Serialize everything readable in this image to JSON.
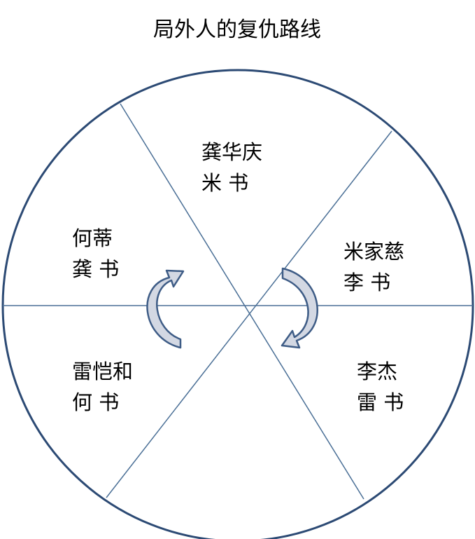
{
  "title": "局外人的复仇路线",
  "colors": {
    "circle_stroke": "#2c4a74",
    "divider_stroke": "#4a6f96",
    "arrow_fill": "#d3d8e3",
    "arrow_stroke": "#3e5c86"
  },
  "segments": [
    {
      "name": "top",
      "line1": "龚华庆",
      "line2": "米 书"
    },
    {
      "name": "upper-right",
      "line1": "米家慈",
      "line2": "李 书"
    },
    {
      "name": "lower-right",
      "line1": "李杰",
      "line2": "雷 书"
    },
    {
      "name": "lower-left",
      "line1": "雷恺和",
      "line2": "何 书"
    },
    {
      "name": "upper-left",
      "line1": "何蒂",
      "line2": "龚 书"
    }
  ],
  "arrows": {
    "left": {
      "icon": "curved-arrow-clockwise-icon"
    },
    "right": {
      "icon": "curved-arrow-clockwise-icon"
    }
  }
}
